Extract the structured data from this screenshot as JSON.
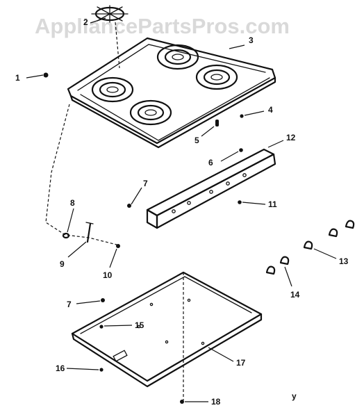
{
  "watermark": "AppliancePartsPros.com",
  "callouts": {
    "c1": "1",
    "c2": "2",
    "c3": "3",
    "c4": "4",
    "c5": "5",
    "c6": "6",
    "c7a": "7",
    "c7b": "7",
    "c8": "8",
    "c9": "9",
    "c10": "10",
    "c11": "11",
    "c12": "12",
    "c13": "13",
    "c14": "14",
    "c15": "15",
    "c16": "16",
    "c17": "17",
    "c18": "18",
    "mark": "y"
  }
}
